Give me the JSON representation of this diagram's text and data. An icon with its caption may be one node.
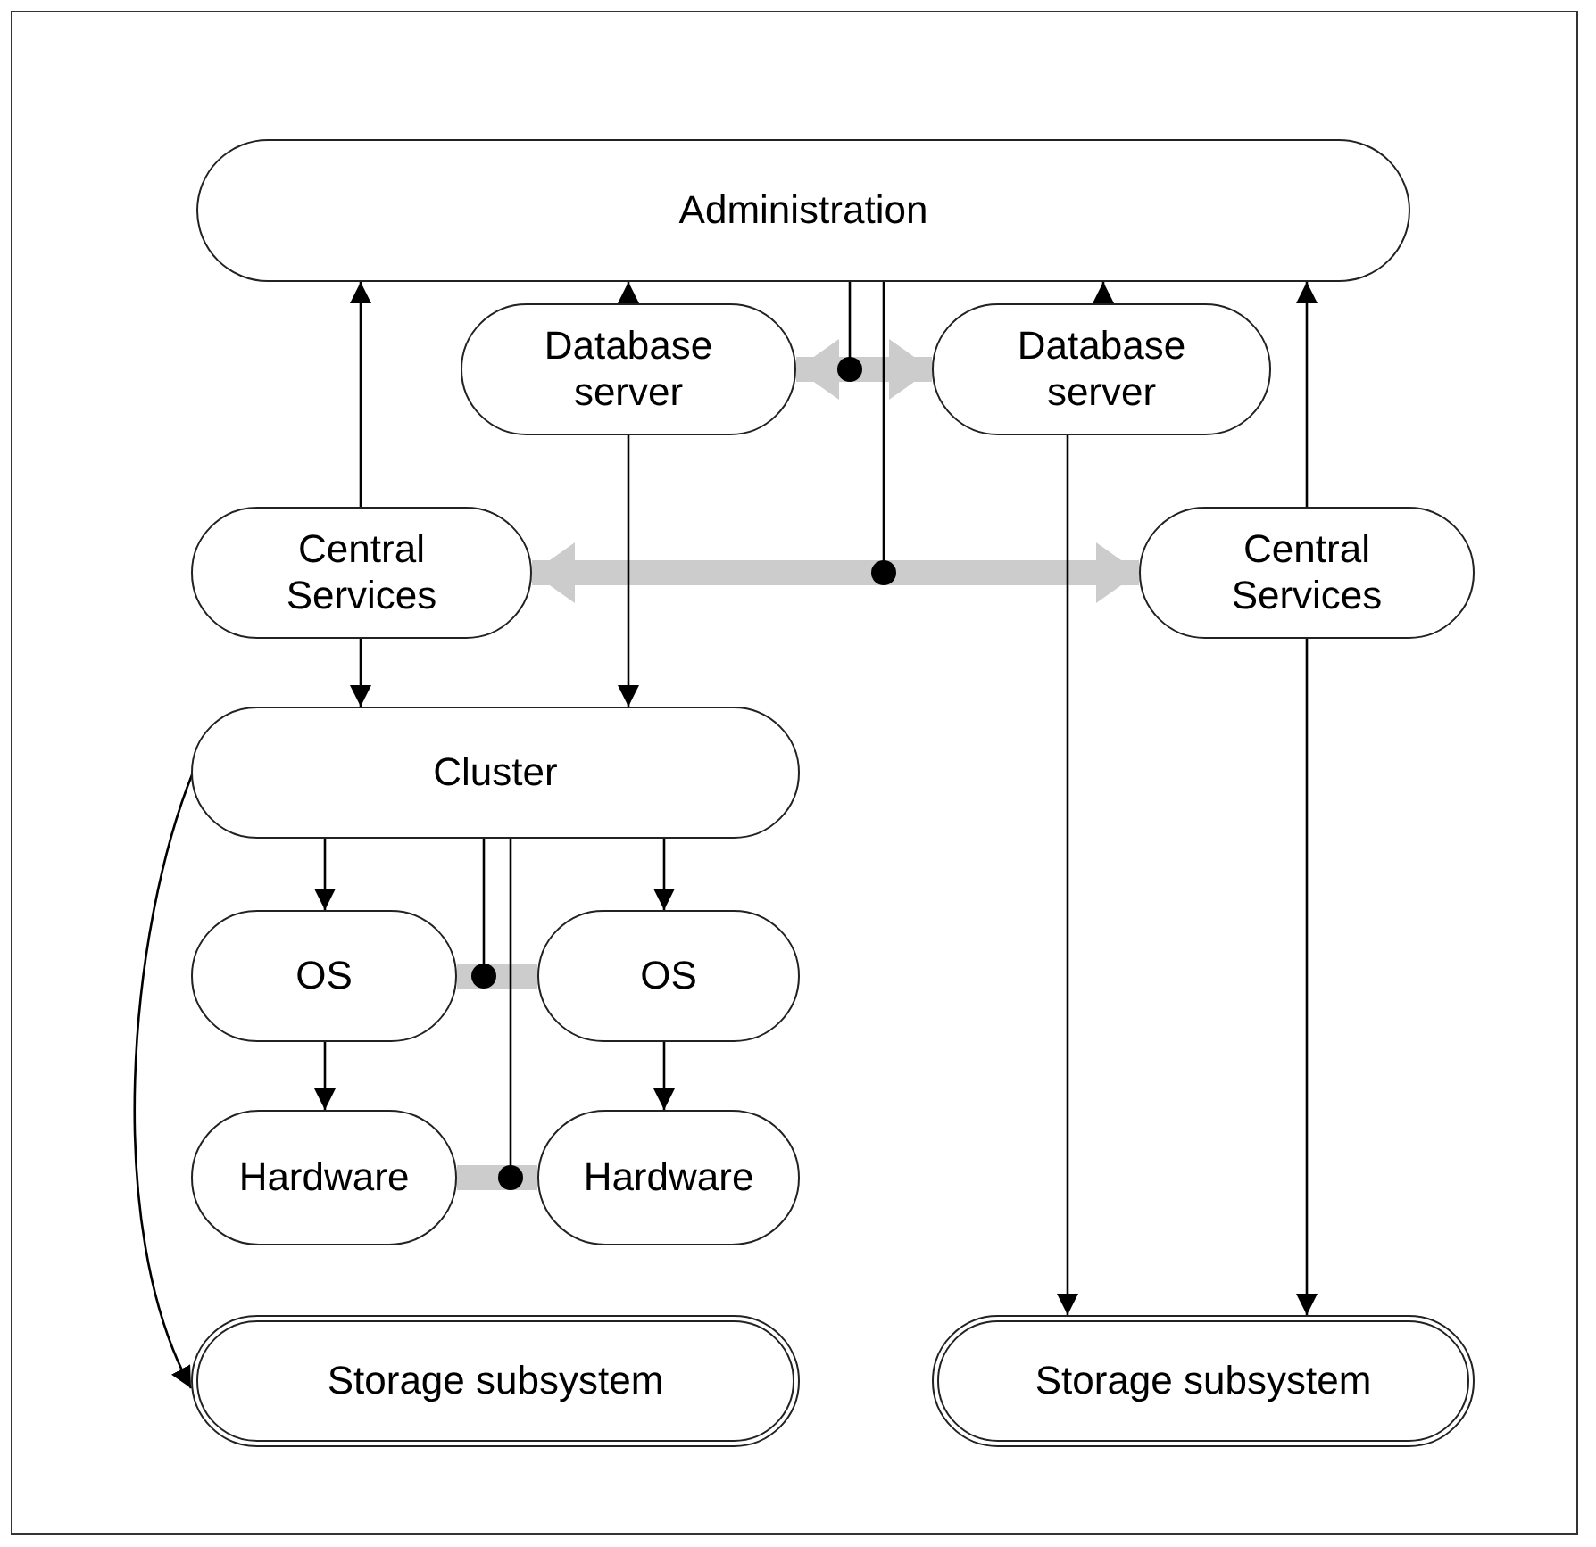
{
  "diagram": {
    "nodes": [
      {
        "text": [
          "Administration"
        ]
      },
      {
        "text": [
          "Database server"
        ]
      },
      {
        "text": [
          "Database server"
        ]
      },
      {
        "text": [
          "Central Services"
        ]
      },
      {
        "text": [
          "Central Services"
        ]
      },
      {
        "text": [
          "Cluster"
        ]
      },
      {
        "text": [
          "OS"
        ]
      },
      {
        "text": [
          "OS"
        ]
      },
      {
        "text": [
          "Hardware"
        ]
      },
      {
        "text": [
          "Hardware"
        ]
      },
      {
        "text": [
          "Storage subsystem"
        ]
      },
      {
        "text": [
          "Storage subsystem"
        ]
      }
    ],
    "edges": [
      {
        "from": 3,
        "to": 0,
        "arrow": "to"
      },
      {
        "from": 1,
        "to": 0,
        "arrow": "to"
      },
      {
        "from": 2,
        "to": 0,
        "arrow": "to"
      },
      {
        "from": 4,
        "to": 0,
        "arrow": "to"
      },
      {
        "from": 1,
        "to": 2,
        "arrow": "both",
        "style": "thick",
        "color": "#cccccc"
      },
      {
        "from": 0,
        "to": null,
        "arrow": "other"
      },
      {
        "from": 3,
        "to": 4,
        "arrow": "both",
        "style": "thick",
        "color": "#cccccc"
      },
      {
        "from": 0,
        "to": null,
        "arrow": "other"
      },
      {
        "from": 3,
        "to": 5,
        "arrow": "to"
      },
      {
        "from": 1,
        "to": 5,
        "arrow": "to"
      },
      {
        "from": 2,
        "to": 11,
        "arrow": "to"
      },
      {
        "from": 4,
        "to": 11,
        "arrow": "to"
      },
      {
        "from": 5,
        "to": 10,
        "arrow": "to"
      },
      {
        "from": 5,
        "to": 6,
        "arrow": "to"
      },
      {
        "from": 5,
        "to": 7,
        "arrow": "to"
      },
      {
        "from": 6,
        "to": 8,
        "arrow": "to"
      },
      {
        "from": 7,
        "to": 9,
        "arrow": "to"
      },
      {
        "from": 6,
        "to": 7,
        "arrow": "none",
        "style": "thick",
        "color": "#cccccc"
      },
      {
        "from": 5,
        "to": 6,
        "arrow": "other"
      },
      {
        "from": 8,
        "to": 9,
        "arrow": "none",
        "style": "thick",
        "color": "#cccccc"
      },
      {
        "from": 5,
        "to": 9,
        "arrow": "other"
      }
    ]
  }
}
